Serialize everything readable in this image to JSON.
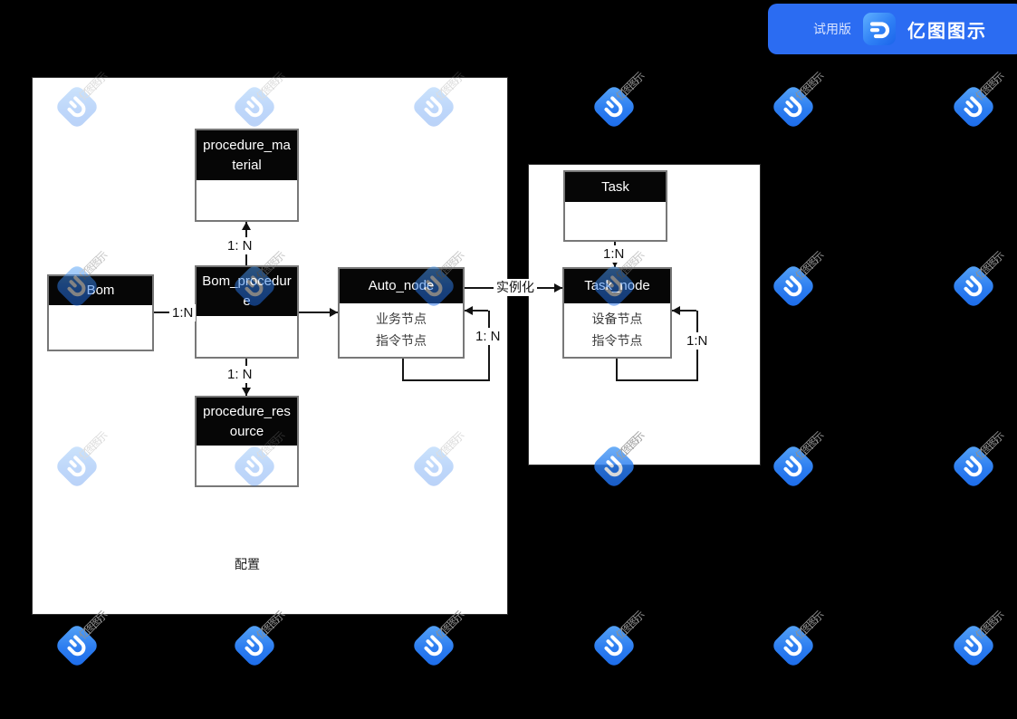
{
  "banner": {
    "trial_badge": "试用版",
    "brand_name": "亿图图示",
    "bg_color": "#2b6cf2"
  },
  "watermark": {
    "text": "亿图图示",
    "logo_color": "#2c7df0",
    "text_color": "#8f8f8f"
  },
  "diagram": {
    "config_container_label": "配置",
    "entities": [
      {
        "title": "procedure_material",
        "body_lines": []
      },
      {
        "title": "Bom",
        "body_lines": []
      },
      {
        "title": "Bom_procedure",
        "body_lines": []
      },
      {
        "title": "Auto_node",
        "body_lines": [
          "业务节点",
          "指令节点"
        ]
      },
      {
        "title": "Task",
        "body_lines": []
      },
      {
        "title": "Task_node",
        "body_lines": [
          "设备节点",
          "指令节点"
        ]
      },
      {
        "title": "procedure_resource",
        "body_lines": []
      }
    ],
    "labels": {
      "bom_to_procedure": "1:N",
      "procedure_to_material": "1: N",
      "procedure_to_resource": "1: N",
      "instantiate": "实例化",
      "auto_node_self": "1: N",
      "task_to_node": "1:N",
      "task_node_self": "1:N"
    }
  }
}
